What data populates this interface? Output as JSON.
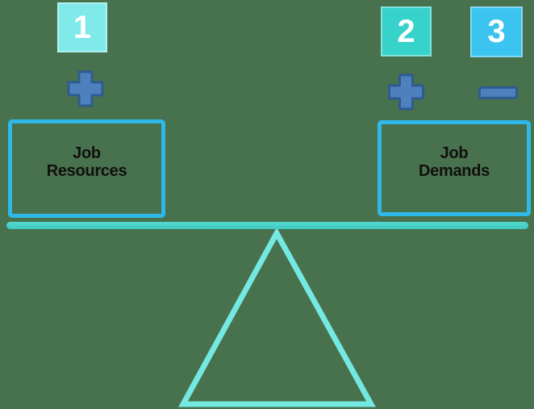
{
  "diagram": {
    "background_color": "#48714E",
    "badges": [
      {
        "label": "1",
        "color": "#80E9E9"
      },
      {
        "label": "2",
        "color": "#37D2C9"
      },
      {
        "label": "3",
        "color": "#3AC4EF"
      }
    ],
    "signs": [
      {
        "icon": "plus-icon",
        "glyph": "+",
        "fill": "#4D80BD",
        "border": "#2F5C90"
      },
      {
        "icon": "plus-icon",
        "glyph": "+",
        "fill": "#4D80BD",
        "border": "#2F5C90"
      },
      {
        "icon": "minus-icon",
        "glyph": "−",
        "fill": "#4D80BD",
        "border": "#2F5C90"
      }
    ],
    "boxes": {
      "left": {
        "line1": "Job",
        "line2": "Resources",
        "border_color": "#2FB9E9",
        "text_color": "#101010"
      },
      "right": {
        "line1": "Job",
        "line2": "Demands",
        "border_color": "#2FB9E9",
        "text_color": "#101010"
      }
    },
    "beam_color": "#45D0C8",
    "triangle_color": "#73E9E1"
  }
}
